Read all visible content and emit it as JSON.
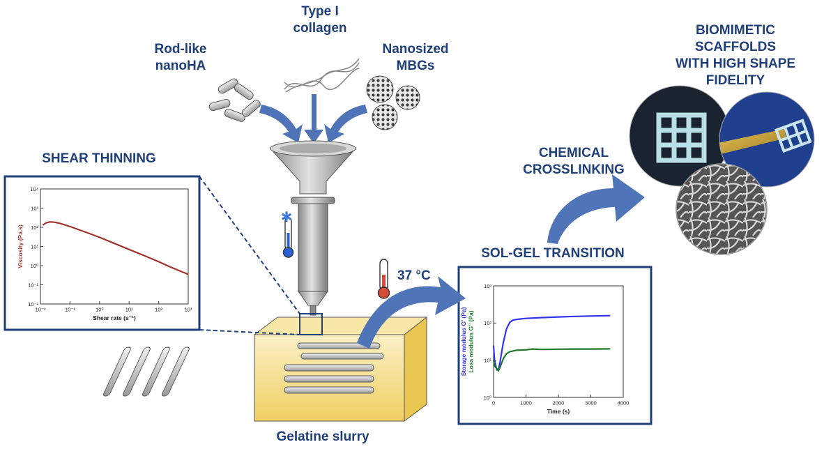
{
  "labels": {
    "collagen": [
      "Type I",
      "collagen"
    ],
    "nanoha": [
      "Rod-like",
      "nanoHA"
    ],
    "mbg": [
      "Nanosized",
      "MBGs"
    ],
    "scaffolds": [
      "BIOMIMETIC",
      "SCAFFOLDS",
      "WITH HIGH SHAPE",
      "FIDELITY"
    ],
    "crosslinking": [
      "CHEMICAL",
      "CROSSLINKING"
    ],
    "shear_title": "SHEAR THINNING",
    "solgel_title": "SOL-GEL TRANSITION",
    "temperature": "37 °C",
    "slurry": "Gelatine slurry"
  },
  "colors": {
    "label_blue": "#1f3f7a",
    "arrow_blue": "#4f74b8",
    "viscosity_curve": "#a1342c",
    "storage_curve": "#3333ee",
    "loss_curve": "#1e7b2a",
    "slurry": "#f3d77a"
  },
  "chart_data": [
    {
      "type": "line",
      "xlabel": "Shear rate (s⁻¹)",
      "ylabel": "Viscosity (Pa.s)",
      "x_scale": "log",
      "y_scale": "log",
      "xlim": [
        0.01,
        1000
      ],
      "ylim": [
        0.01,
        10000
      ],
      "x_ticks": [
        "10⁻²",
        "10⁻¹",
        "10⁰",
        "10¹",
        "10²",
        "10³"
      ],
      "y_ticks": [
        "10⁻²",
        "10⁻¹",
        "10⁰",
        "10¹",
        "10²",
        "10³",
        "10⁴"
      ],
      "series": [
        {
          "color": "#a1342c",
          "x": [
            0.012,
            0.015,
            0.02,
            0.03,
            0.05,
            0.1,
            0.3,
            1,
            3,
            10,
            30,
            100,
            300,
            1000
          ],
          "y": [
            130,
            165,
            190,
            185,
            155,
            110,
            60,
            30,
            15,
            7,
            3.5,
            1.6,
            0.75,
            0.35
          ]
        }
      ]
    },
    {
      "type": "line",
      "xlabel": "Time (s)",
      "ylabel": "Storage modulus G' (Pa)",
      "ylabel2": "Loss modulus G'' (Pa)",
      "x_scale": "linear",
      "y_scale": "log",
      "xlim": [
        0,
        4000
      ],
      "ylim": [
        1,
        1000
      ],
      "x_ticks": [
        "0",
        "1000",
        "2000",
        "3000",
        "4000"
      ],
      "y_ticks": [
        "10⁰",
        "10¹",
        "10²",
        "10³"
      ],
      "series": [
        {
          "name": "Storage modulus G'",
          "color": "#3333ee",
          "x": [
            0,
            30,
            100,
            150,
            200,
            300,
            400,
            500,
            600,
            800,
            1000,
            1500,
            2000,
            2500,
            3000,
            3600
          ],
          "y": [
            25,
            10,
            5.5,
            5.5,
            9,
            30,
            70,
            105,
            120,
            128,
            133,
            140,
            146,
            151,
            154,
            158
          ]
        },
        {
          "name": "Loss modulus G''",
          "color": "#1e7b2a",
          "x": [
            0,
            30,
            100,
            150,
            200,
            300,
            400,
            500,
            700,
            1000,
            1200,
            1500,
            2000,
            2500,
            3000,
            3600
          ],
          "y": [
            10,
            7,
            6,
            5.2,
            6.5,
            11,
            15,
            17,
            18.5,
            19,
            20,
            19.5,
            19.8,
            20,
            20,
            20.2
          ]
        }
      ]
    }
  ]
}
